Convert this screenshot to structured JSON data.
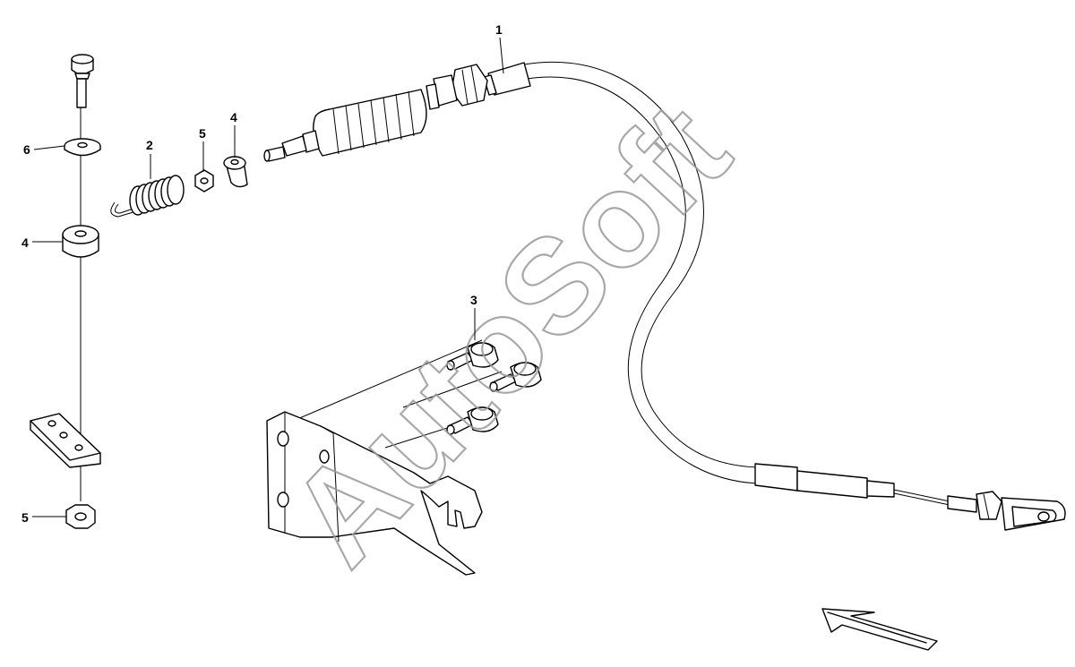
{
  "watermark": "AutoSoft",
  "callouts": {
    "c1": "1",
    "c2": "2",
    "c3": "3",
    "c4a": "4",
    "c4b": "4",
    "c5a": "5",
    "c5b": "5",
    "c6": "6"
  },
  "icons": {
    "direction": "direction-arrow-icon"
  }
}
